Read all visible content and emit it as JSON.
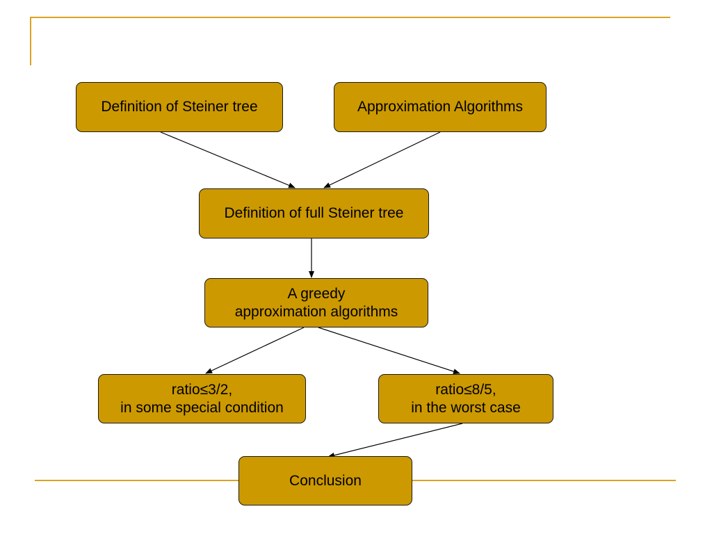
{
  "theme": {
    "accent": "#d9a421",
    "node_fill": "#cc9900",
    "node_border": "#1a1a1a",
    "arrow": "#000000"
  },
  "nodes": {
    "steiner_def": "Definition of Steiner tree",
    "approx_algos": "Approximation Algorithms",
    "full_steiner_def": "Definition of full Steiner tree",
    "greedy": "A greedy\napproximation algorithms",
    "ratio_special": "ratio≤3/2,\nin some special condition",
    "ratio_worst": "ratio≤8/5,\nin the worst case",
    "conclusion": "Conclusion"
  }
}
